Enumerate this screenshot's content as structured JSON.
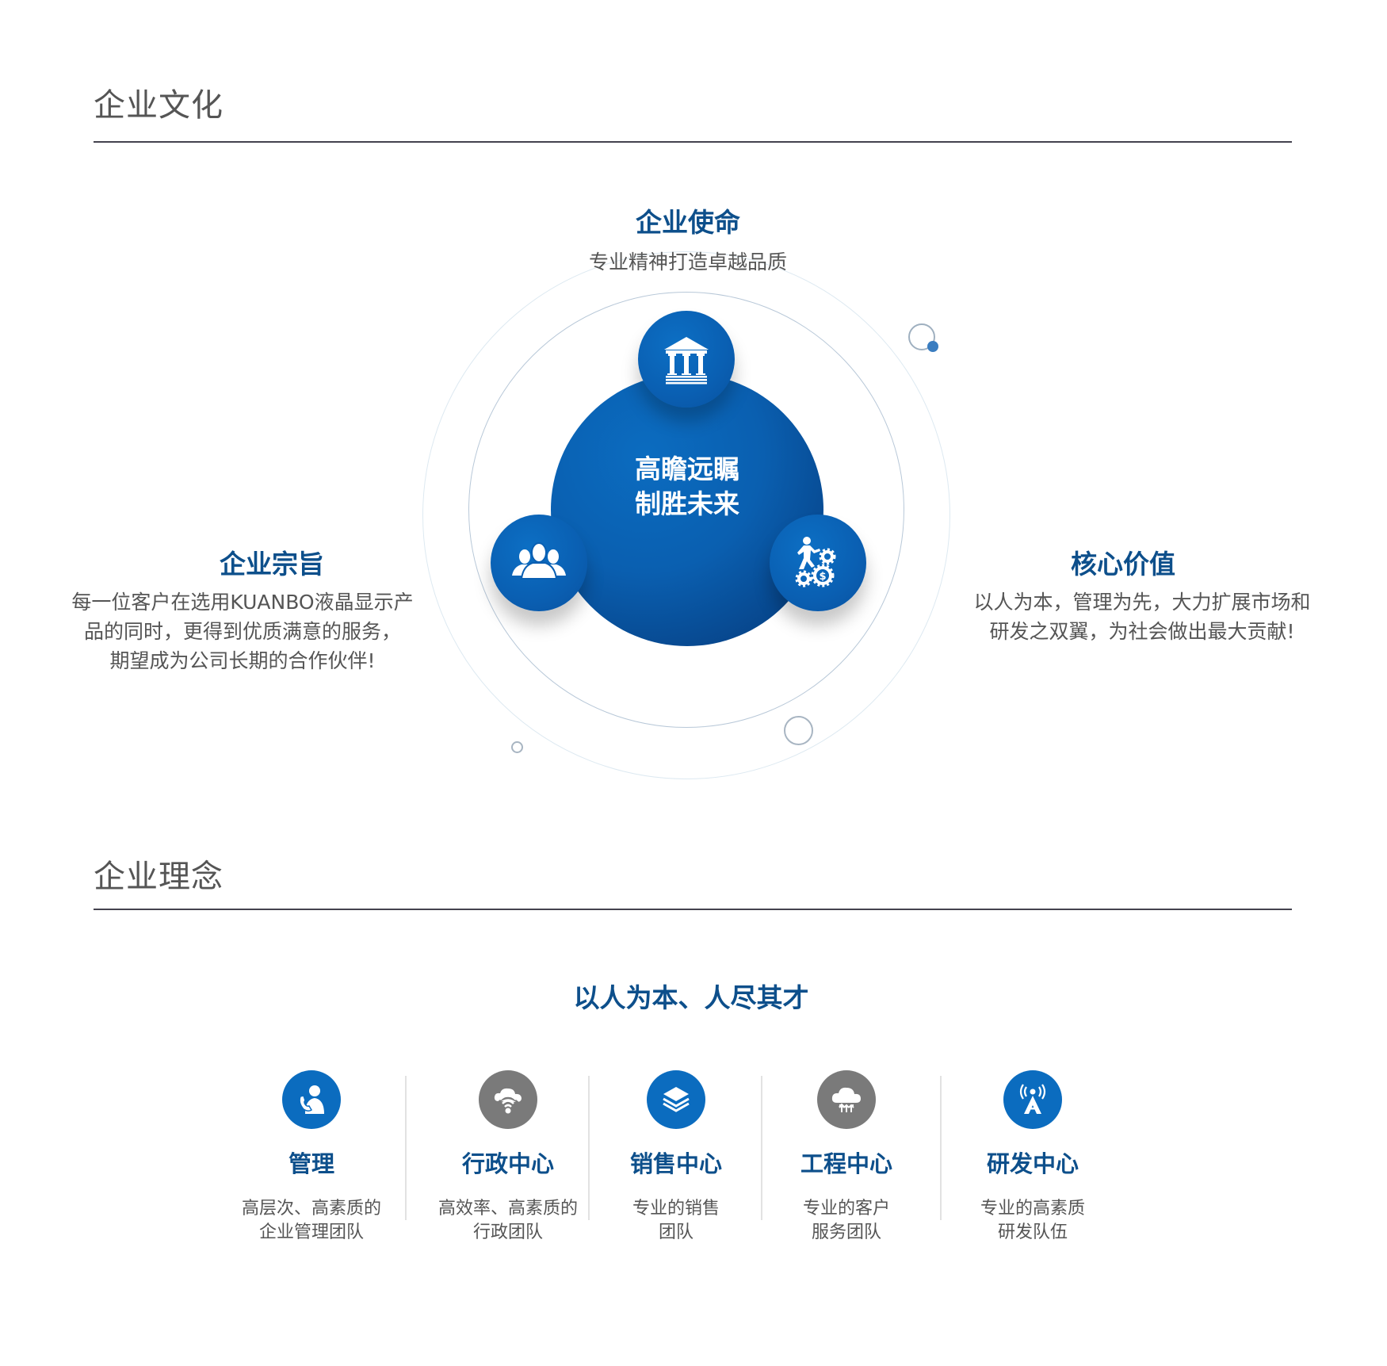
{
  "culture": {
    "section_title": "企业文化",
    "center": {
      "line1": "高瞻远瞩",
      "line2": "制胜未来"
    },
    "mission": {
      "title": "企业使命",
      "text": "专业精神打造卓越品质",
      "icon": "bank-columns-icon"
    },
    "purpose": {
      "title": "企业宗旨",
      "lines": [
        "每一位客户在选用KUANBO液晶显示产",
        "品的同时，更得到优质满意的服务，",
        "期望成为公司长期的合作伙伴!"
      ],
      "icon": "people-group-icon"
    },
    "values": {
      "title": "核心价值",
      "lines": [
        "以人为本，管理为先，大力扩展市场和",
        "研发之双翼，为社会做出最大贡献!"
      ],
      "icon": "runner-gears-money-icon"
    }
  },
  "philosophy": {
    "section_title": "企业理念",
    "slogan": "以人为本、人尽其才",
    "departments": [
      {
        "title": "管理",
        "desc1": "高层次、高素质的",
        "desc2": "企业管理团队",
        "icon": "person-phone-icon",
        "color": "#0b6cbf"
      },
      {
        "title": "行政中心",
        "desc1": "高效率、高素质的",
        "desc2": "行政团队",
        "icon": "cloud-wifi-icon",
        "color": "#7a7a7a"
      },
      {
        "title": "销售中心",
        "desc1": "专业的销售",
        "desc2": "团队",
        "icon": "layers-stack-icon",
        "color": "#0b6cbf"
      },
      {
        "title": "工程中心",
        "desc1": "专业的客户",
        "desc2": "服务团队",
        "icon": "cloud-arrows-icon",
        "color": "#7a7a7a"
      },
      {
        "title": "研发中心",
        "desc1": "专业的高素质",
        "desc2": "研发队伍",
        "icon": "signal-tower-icon",
        "color": "#0b6cbf"
      }
    ]
  },
  "colors": {
    "heading_blue": "#0d4f8b",
    "primary_blue": "#0b6cbf",
    "icon_gray": "#7a7a7a",
    "text_gray": "#555555",
    "rule": "#44424e"
  }
}
